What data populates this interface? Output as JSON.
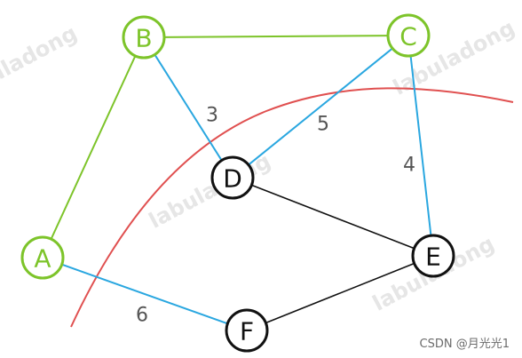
{
  "colors": {
    "mst_node": "#7dc42a",
    "normal_node": "#111111",
    "mst_edge": "#7dc42a",
    "cut_edge": "#2aa7e0",
    "plain_edge": "#111111",
    "cut_line": "#e05050",
    "weight_text": "#555555",
    "watermark": "#e6e6e6"
  },
  "nodes": [
    {
      "id": "A",
      "label": "A",
      "group": "mst"
    },
    {
      "id": "B",
      "label": "B",
      "group": "mst"
    },
    {
      "id": "C",
      "label": "C",
      "group": "mst"
    },
    {
      "id": "D",
      "label": "D",
      "group": "normal"
    },
    {
      "id": "E",
      "label": "E",
      "group": "normal"
    },
    {
      "id": "F",
      "label": "F",
      "group": "normal"
    }
  ],
  "edges": [
    {
      "from": "A",
      "to": "B",
      "kind": "mst",
      "weight": ""
    },
    {
      "from": "B",
      "to": "C",
      "kind": "mst",
      "weight": ""
    },
    {
      "from": "B",
      "to": "D",
      "kind": "cut",
      "weight": "3"
    },
    {
      "from": "C",
      "to": "D",
      "kind": "cut",
      "weight": "5"
    },
    {
      "from": "C",
      "to": "E",
      "kind": "cut",
      "weight": "4"
    },
    {
      "from": "A",
      "to": "F",
      "kind": "cut",
      "weight": "6"
    },
    {
      "from": "D",
      "to": "E",
      "kind": "plain",
      "weight": ""
    },
    {
      "from": "F",
      "to": "E",
      "kind": "plain",
      "weight": ""
    }
  ],
  "watermark_text": "labuladong",
  "credit": "CSDN @月光光1"
}
